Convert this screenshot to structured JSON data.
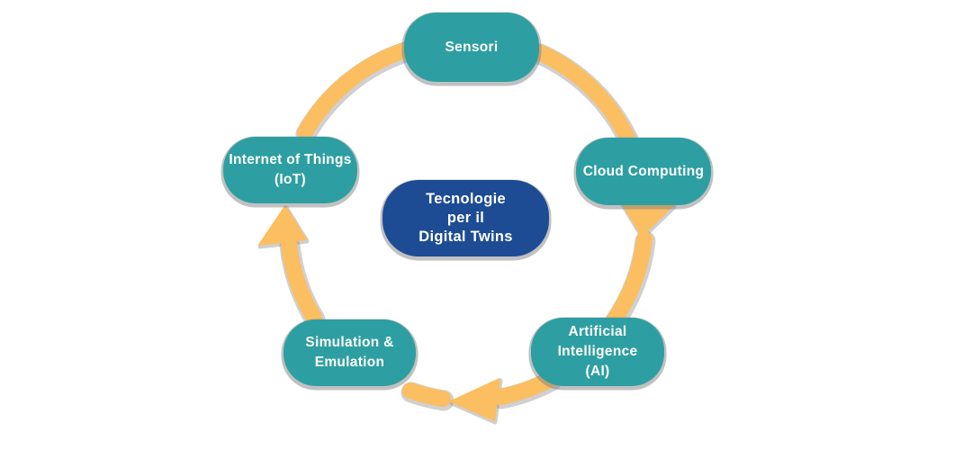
{
  "diagram": {
    "title": "Tecnologie per il Digital Twins",
    "center": {
      "lines": [
        "Tecnologie",
        "per il",
        "Digital Twins"
      ]
    },
    "nodes": {
      "sensori": {
        "lines": [
          "Sensori"
        ]
      },
      "cloud": {
        "lines": [
          "Cloud Computing"
        ]
      },
      "ai": {
        "lines": [
          "Artificial",
          "Intelligence",
          "(AI)"
        ]
      },
      "simulation": {
        "lines": [
          "Simulation &",
          "Emulation"
        ]
      },
      "iot": {
        "lines": [
          "Internet of Things",
          "(IoT)"
        ]
      }
    },
    "flow": [
      {
        "from": "Sensori",
        "to": "Cloud Computing"
      },
      {
        "from": "Cloud Computing",
        "to": "Artificial Intelligence (AI)"
      },
      {
        "from": "Artificial Intelligence (AI)",
        "to": "Simulation & Emulation"
      },
      {
        "from": "Simulation & Emulation",
        "to": "Internet of Things (IoT)"
      },
      {
        "from": "Internet of Things (IoT)",
        "to": "Sensori"
      }
    ],
    "colors": {
      "node": "#2d9fa2",
      "center": "#1d4c94",
      "arrow": "#fbbe61",
      "text": "#ffffff",
      "background": "#ffffff",
      "shadow": "#8f8f8f"
    }
  }
}
